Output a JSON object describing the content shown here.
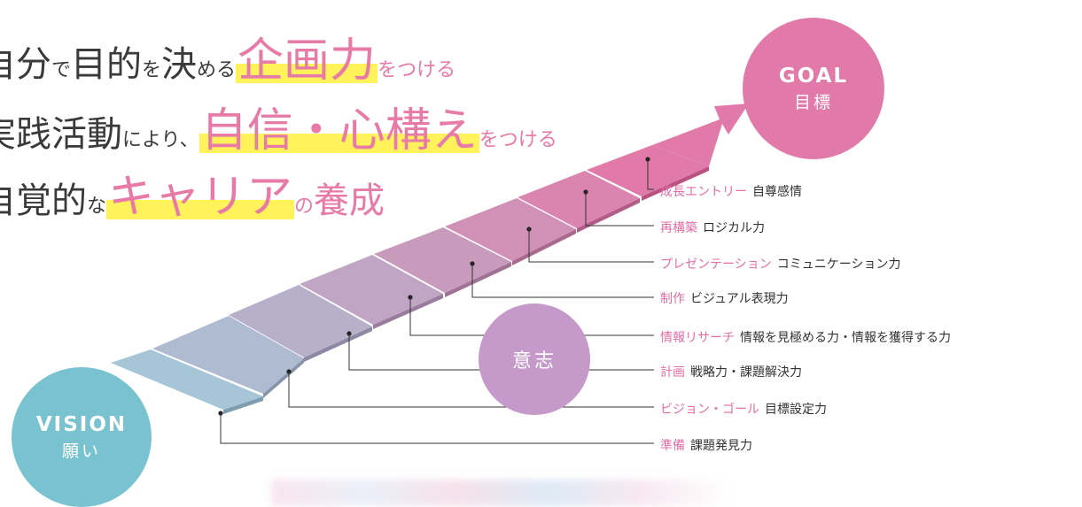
{
  "headline": [
    {
      "parts": [
        {
          "text": "自分",
          "style": "big"
        },
        {
          "text": "で",
          "style": "small"
        },
        {
          "text": "目的",
          "style": "big"
        },
        {
          "text": "を",
          "style": "small"
        },
        {
          "text": "決",
          "style": "big"
        },
        {
          "text": "める",
          "style": "small"
        },
        {
          "text": "企画力",
          "style": "accent"
        },
        {
          "text": "をつける",
          "style": "suffix"
        }
      ]
    },
    {
      "parts": [
        {
          "text": "実践活動",
          "style": "big"
        },
        {
          "text": "により、",
          "style": "small"
        },
        {
          "text": "自信・心構え",
          "style": "accent"
        },
        {
          "text": "をつける",
          "style": "suffix"
        }
      ]
    },
    {
      "parts": [
        {
          "text": "自覚的",
          "style": "big"
        },
        {
          "text": "な",
          "style": "small"
        },
        {
          "text": "キャリア",
          "style": "accent"
        },
        {
          "text": "の",
          "style": "suffix"
        },
        {
          "text": "養成",
          "style": "suffix-big"
        }
      ]
    }
  ],
  "goal": {
    "en": "GOAL",
    "jp": "目標",
    "color": "#e27aa9"
  },
  "vision": {
    "en": "VISION",
    "jp": "願い",
    "color": "#79c2cf"
  },
  "will": {
    "label": "意志",
    "color": "#c599c9"
  },
  "steps": [
    {
      "pink": "成長エントリー",
      "text": "自尊感情"
    },
    {
      "pink": "再構築",
      "text": "ロジカル力"
    },
    {
      "pink": "プレゼンテーション",
      "text": "コミュニケーション力"
    },
    {
      "pink": "制作",
      "text": "ビジュアル表現力"
    },
    {
      "pink": "情報リサーチ",
      "text": "情報を見極める力・情報を獲得する力"
    },
    {
      "pink": "計画",
      "text": "戦略力・課題解決力"
    },
    {
      "pink": "ビジョン・ゴール",
      "text": "目標設定力"
    },
    {
      "pink": "準備",
      "text": "課題発見力"
    }
  ],
  "colors": {
    "accent": "#e46ea5",
    "highlight": "#fff25a",
    "step_start": "#a9c3d6",
    "step_end": "#e27aa9"
  }
}
